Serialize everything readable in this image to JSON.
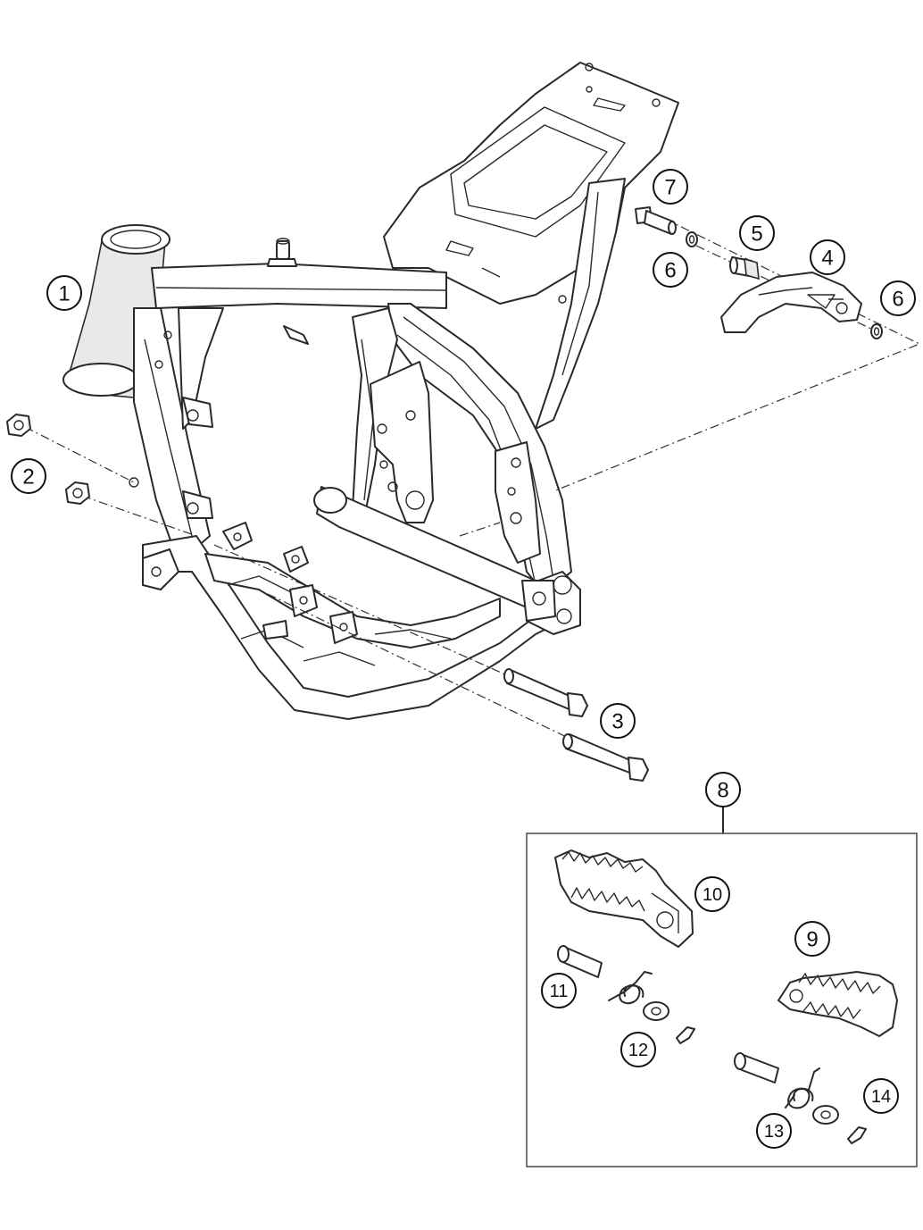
{
  "callouts": {
    "c1": "1",
    "c2": "2",
    "c3": "3",
    "c4": "4",
    "c5": "5",
    "c6a": "6",
    "c6b": "6",
    "c7": "7",
    "c8": "8",
    "c9": "9",
    "c10": "10",
    "c11": "11",
    "c12": "12",
    "c13": "13",
    "c14": "14"
  },
  "parts": [
    "frame",
    "nut",
    "bolt",
    "side-stand",
    "spacer-bushing",
    "washer",
    "shoulder-bolt",
    "footpeg-kit",
    "footpeg-right",
    "footpeg-left",
    "footpeg-pin",
    "spring",
    "washer-clip",
    "footpeg-pin-2",
    "spring-2"
  ],
  "colors": {
    "line": "#2a2a2a",
    "background": "#ffffff"
  }
}
